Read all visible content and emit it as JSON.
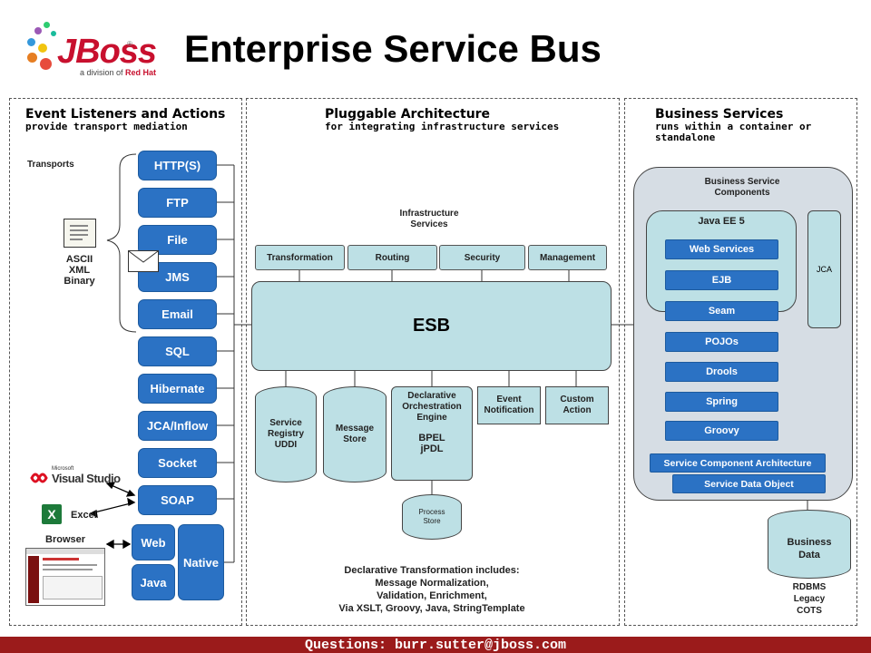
{
  "header": {
    "title": "Enterprise Service Bus",
    "logo_text": "JBoss",
    "logo_reg": "®",
    "logo_sub_prefix": "a division of ",
    "logo_sub_brand": "Red Hat"
  },
  "left_section": {
    "title": "Event Listeners and Actions",
    "subtitle": "provide transport mediation",
    "transports_label": "Transports",
    "formats": [
      "ASCII",
      "XML",
      "Binary"
    ],
    "buttons": {
      "http": "HTTP(S)",
      "ftp": "FTP",
      "file": "File",
      "jms": "JMS",
      "email": "Email",
      "sql": "SQL",
      "hibernate": "Hibernate",
      "jca": "JCA/Inflow",
      "socket": "Socket",
      "soap": "SOAP",
      "web": "Web",
      "java": "Java",
      "native": "Native"
    },
    "visual_studio": "Visual Studio",
    "visual_studio_prefix": "Microsoft",
    "excel": "Excel",
    "browser": "Browser"
  },
  "middle_section": {
    "title": "Pluggable Architecture",
    "subtitle": "for integrating infrastructure services",
    "infra_label_1": "Infrastructure",
    "infra_label_2": "Services",
    "infra_boxes": [
      "Transformation",
      "Routing",
      "Security",
      "Management"
    ],
    "esb": "ESB",
    "service_registry": [
      "Service",
      "Registry",
      "UDDI"
    ],
    "message_store": [
      "Message",
      "Store"
    ],
    "orchestration": [
      "Declarative",
      "Orchestration",
      "Engine"
    ],
    "orchestration_tech": [
      "BPEL",
      "jPDL"
    ],
    "event_notification": [
      "Event",
      "Notification"
    ],
    "custom_action": [
      "Custom",
      "Action"
    ],
    "process_store": [
      "Process",
      "Store"
    ],
    "decl_note": [
      "Declarative Transformation includes:",
      "Message Normalization,",
      "Validation, Enrichment,",
      "Via XSLT, Groovy, Java, StringTemplate"
    ]
  },
  "right_section": {
    "title": "Business Services",
    "subtitle_1": "runs within a container or",
    "subtitle_2": "standalone",
    "components_label_1": "Business Service",
    "components_label_2": "Components",
    "javaee": "Java EE 5",
    "jca": "JCA",
    "buttons": {
      "web_services": "Web Services",
      "ejb": "EJB",
      "seam": "Seam",
      "pojos": "POJOs",
      "drools": "Drools",
      "spring": "Spring",
      "groovy": "Groovy"
    },
    "sca": "Service Component Architecture",
    "sdo": "Service Data Object",
    "business_data": [
      "Business",
      "Data"
    ],
    "storage_types": [
      "RDBMS",
      "Legacy",
      "COTS"
    ]
  },
  "footer": {
    "text": "Questions: burr.sutter@jboss.com"
  }
}
